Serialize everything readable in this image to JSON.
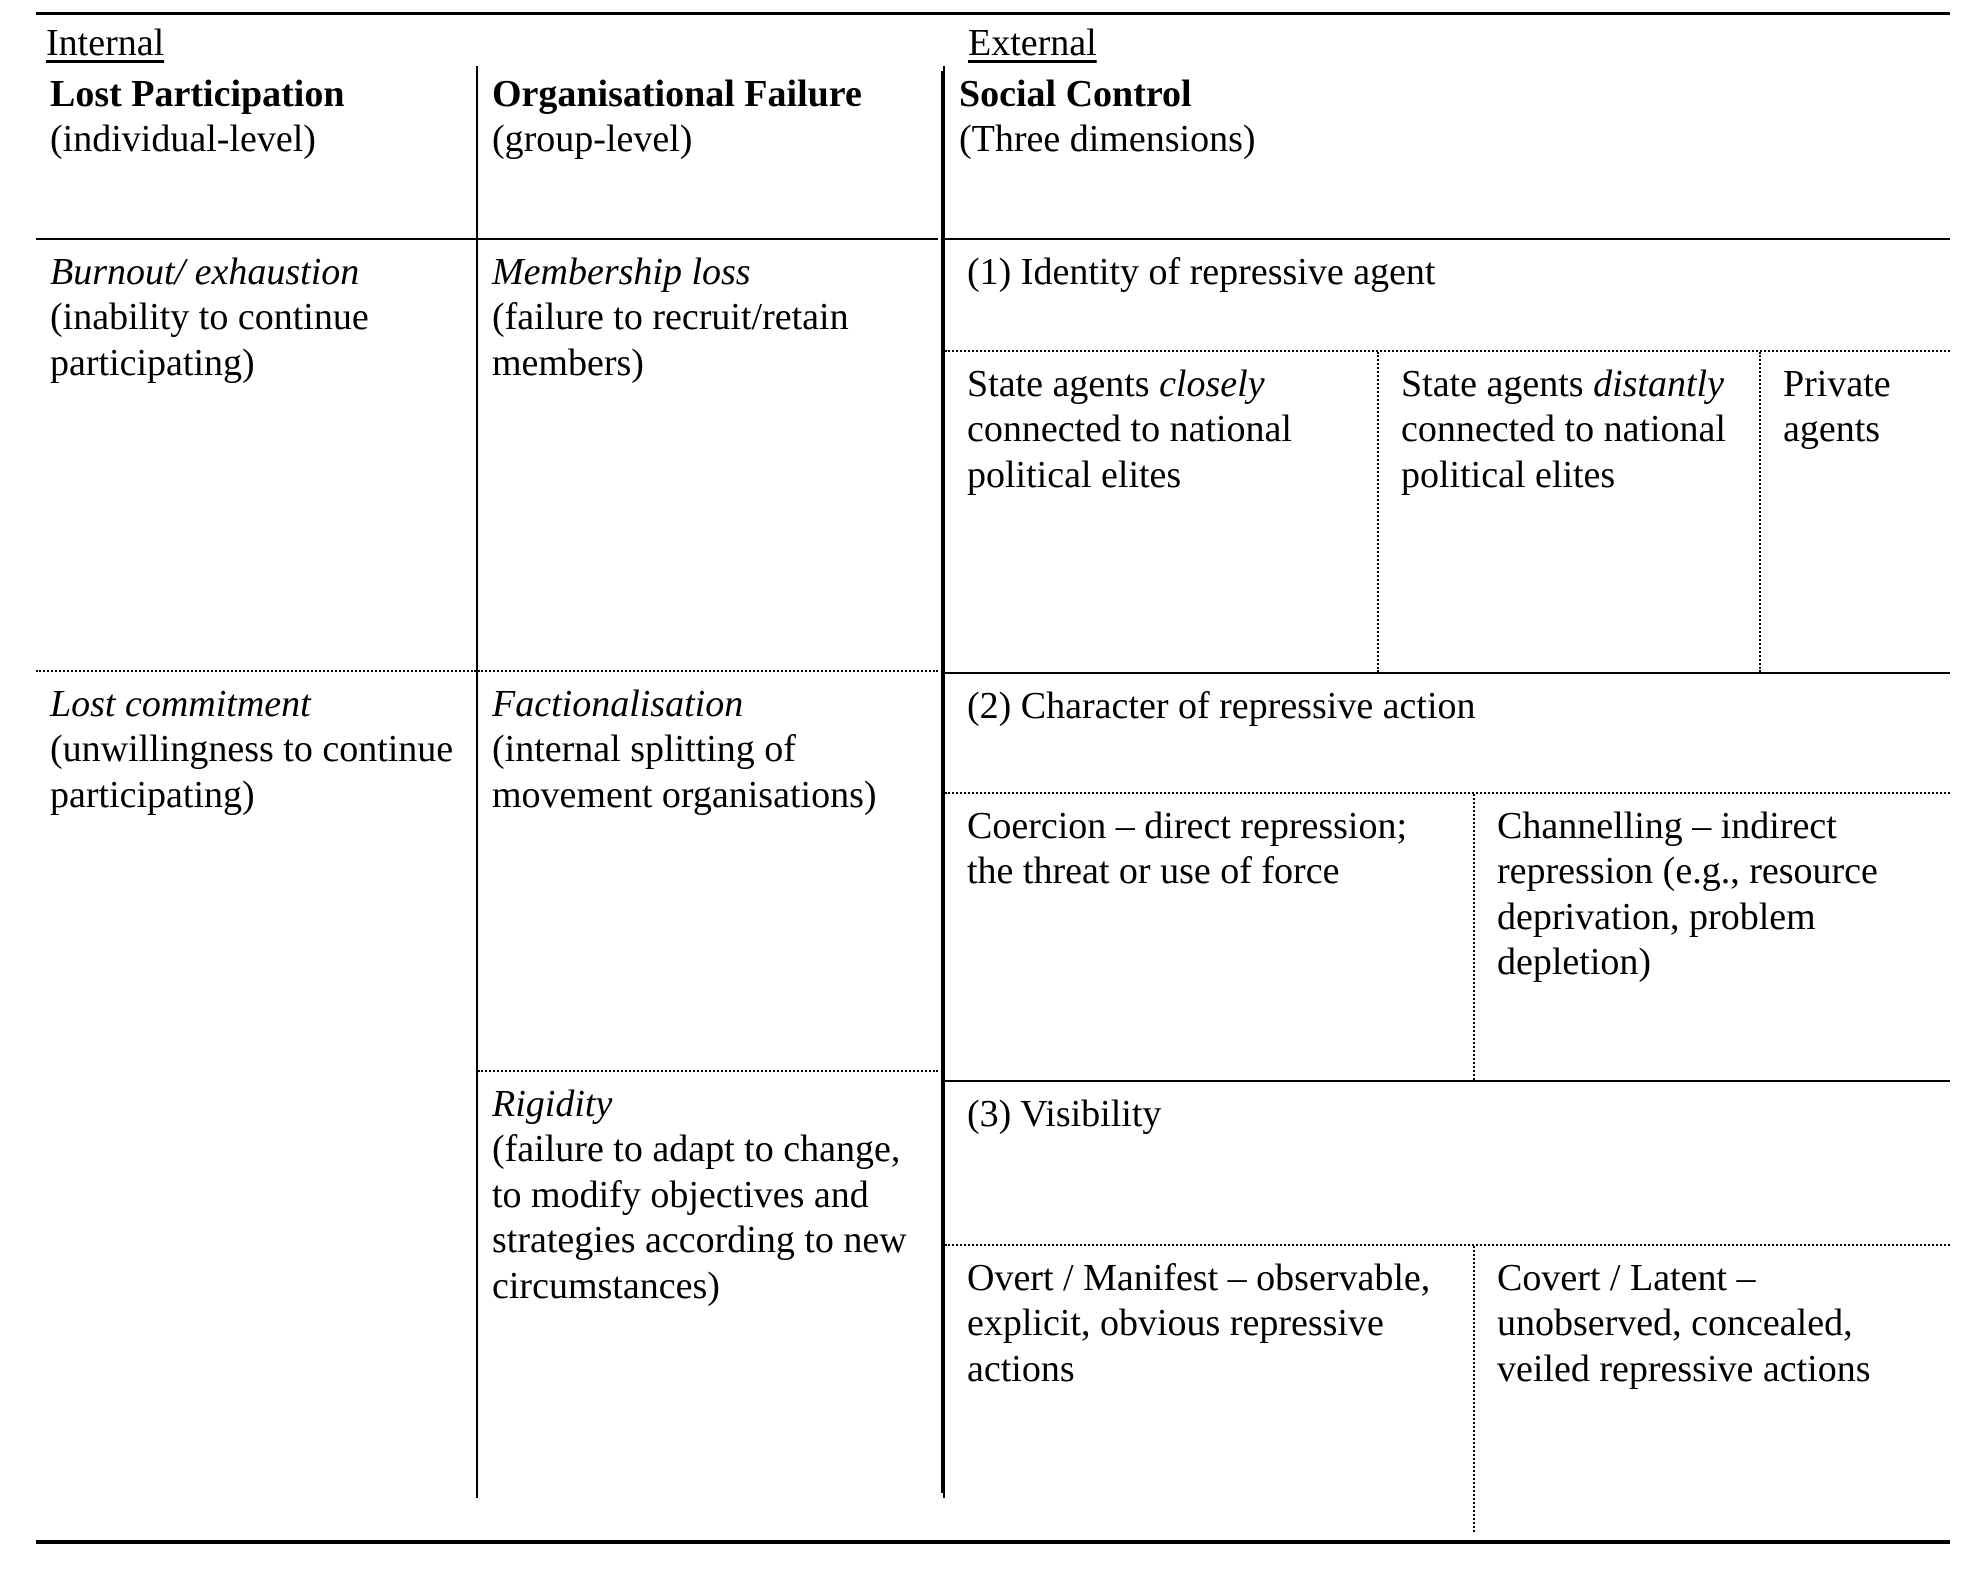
{
  "sections": {
    "internal_label": "Internal",
    "external_label": "External"
  },
  "columns": {
    "lost_participation": {
      "title": "Lost Participation",
      "subtitle": "(individual-level)"
    },
    "organisational_failure": {
      "title": "Organisational Failure",
      "subtitle": "(group-level)"
    },
    "social_control": {
      "title": "Social Control",
      "subtitle": "(Three dimensions)"
    }
  },
  "lost_participation_rows": [
    {
      "term": "Burnout/ exhaustion",
      "gloss": "(inability to continue participating)"
    },
    {
      "term": "Lost commitment",
      "gloss": "(unwillingness to continue participating)"
    }
  ],
  "organisational_failure_rows": [
    {
      "term": "Membership loss",
      "gloss": "(failure to recruit/retain members)"
    },
    {
      "term": "Factionalisation",
      "gloss": "(internal splitting of movement organisations)"
    },
    {
      "term": "Rigidity",
      "gloss": "(failure to adapt to change, to modify objectives and strategies according to new circumstances)"
    }
  ],
  "social_control_dimensions": [
    {
      "heading": "(1) Identity of repressive agent",
      "cells": [
        {
          "lead": "State agents ",
          "emph": "closely",
          "tail": " connected to national political elites"
        },
        {
          "lead": "State agents ",
          "emph": "distantly",
          "tail": " connected to national political elites"
        },
        {
          "lead": "Private agents",
          "emph": "",
          "tail": ""
        }
      ]
    },
    {
      "heading": "(2) Character of repressive action",
      "cells": [
        {
          "lead": "Coercion – direct repression; the threat or use of force",
          "emph": "",
          "tail": ""
        },
        {
          "lead": "Channelling – indirect repression (e.g., resource deprivation, problem depletion)",
          "emph": "",
          "tail": ""
        }
      ]
    },
    {
      "heading": "(3) Visibility",
      "cells": [
        {
          "lead": "Overt / Manifest – observable, explicit, obvious repressive actions",
          "emph": "",
          "tail": ""
        },
        {
          "lead": "Covert / Latent – unobserved, concealed, veiled repressive actions",
          "emph": "",
          "tail": ""
        }
      ]
    }
  ]
}
